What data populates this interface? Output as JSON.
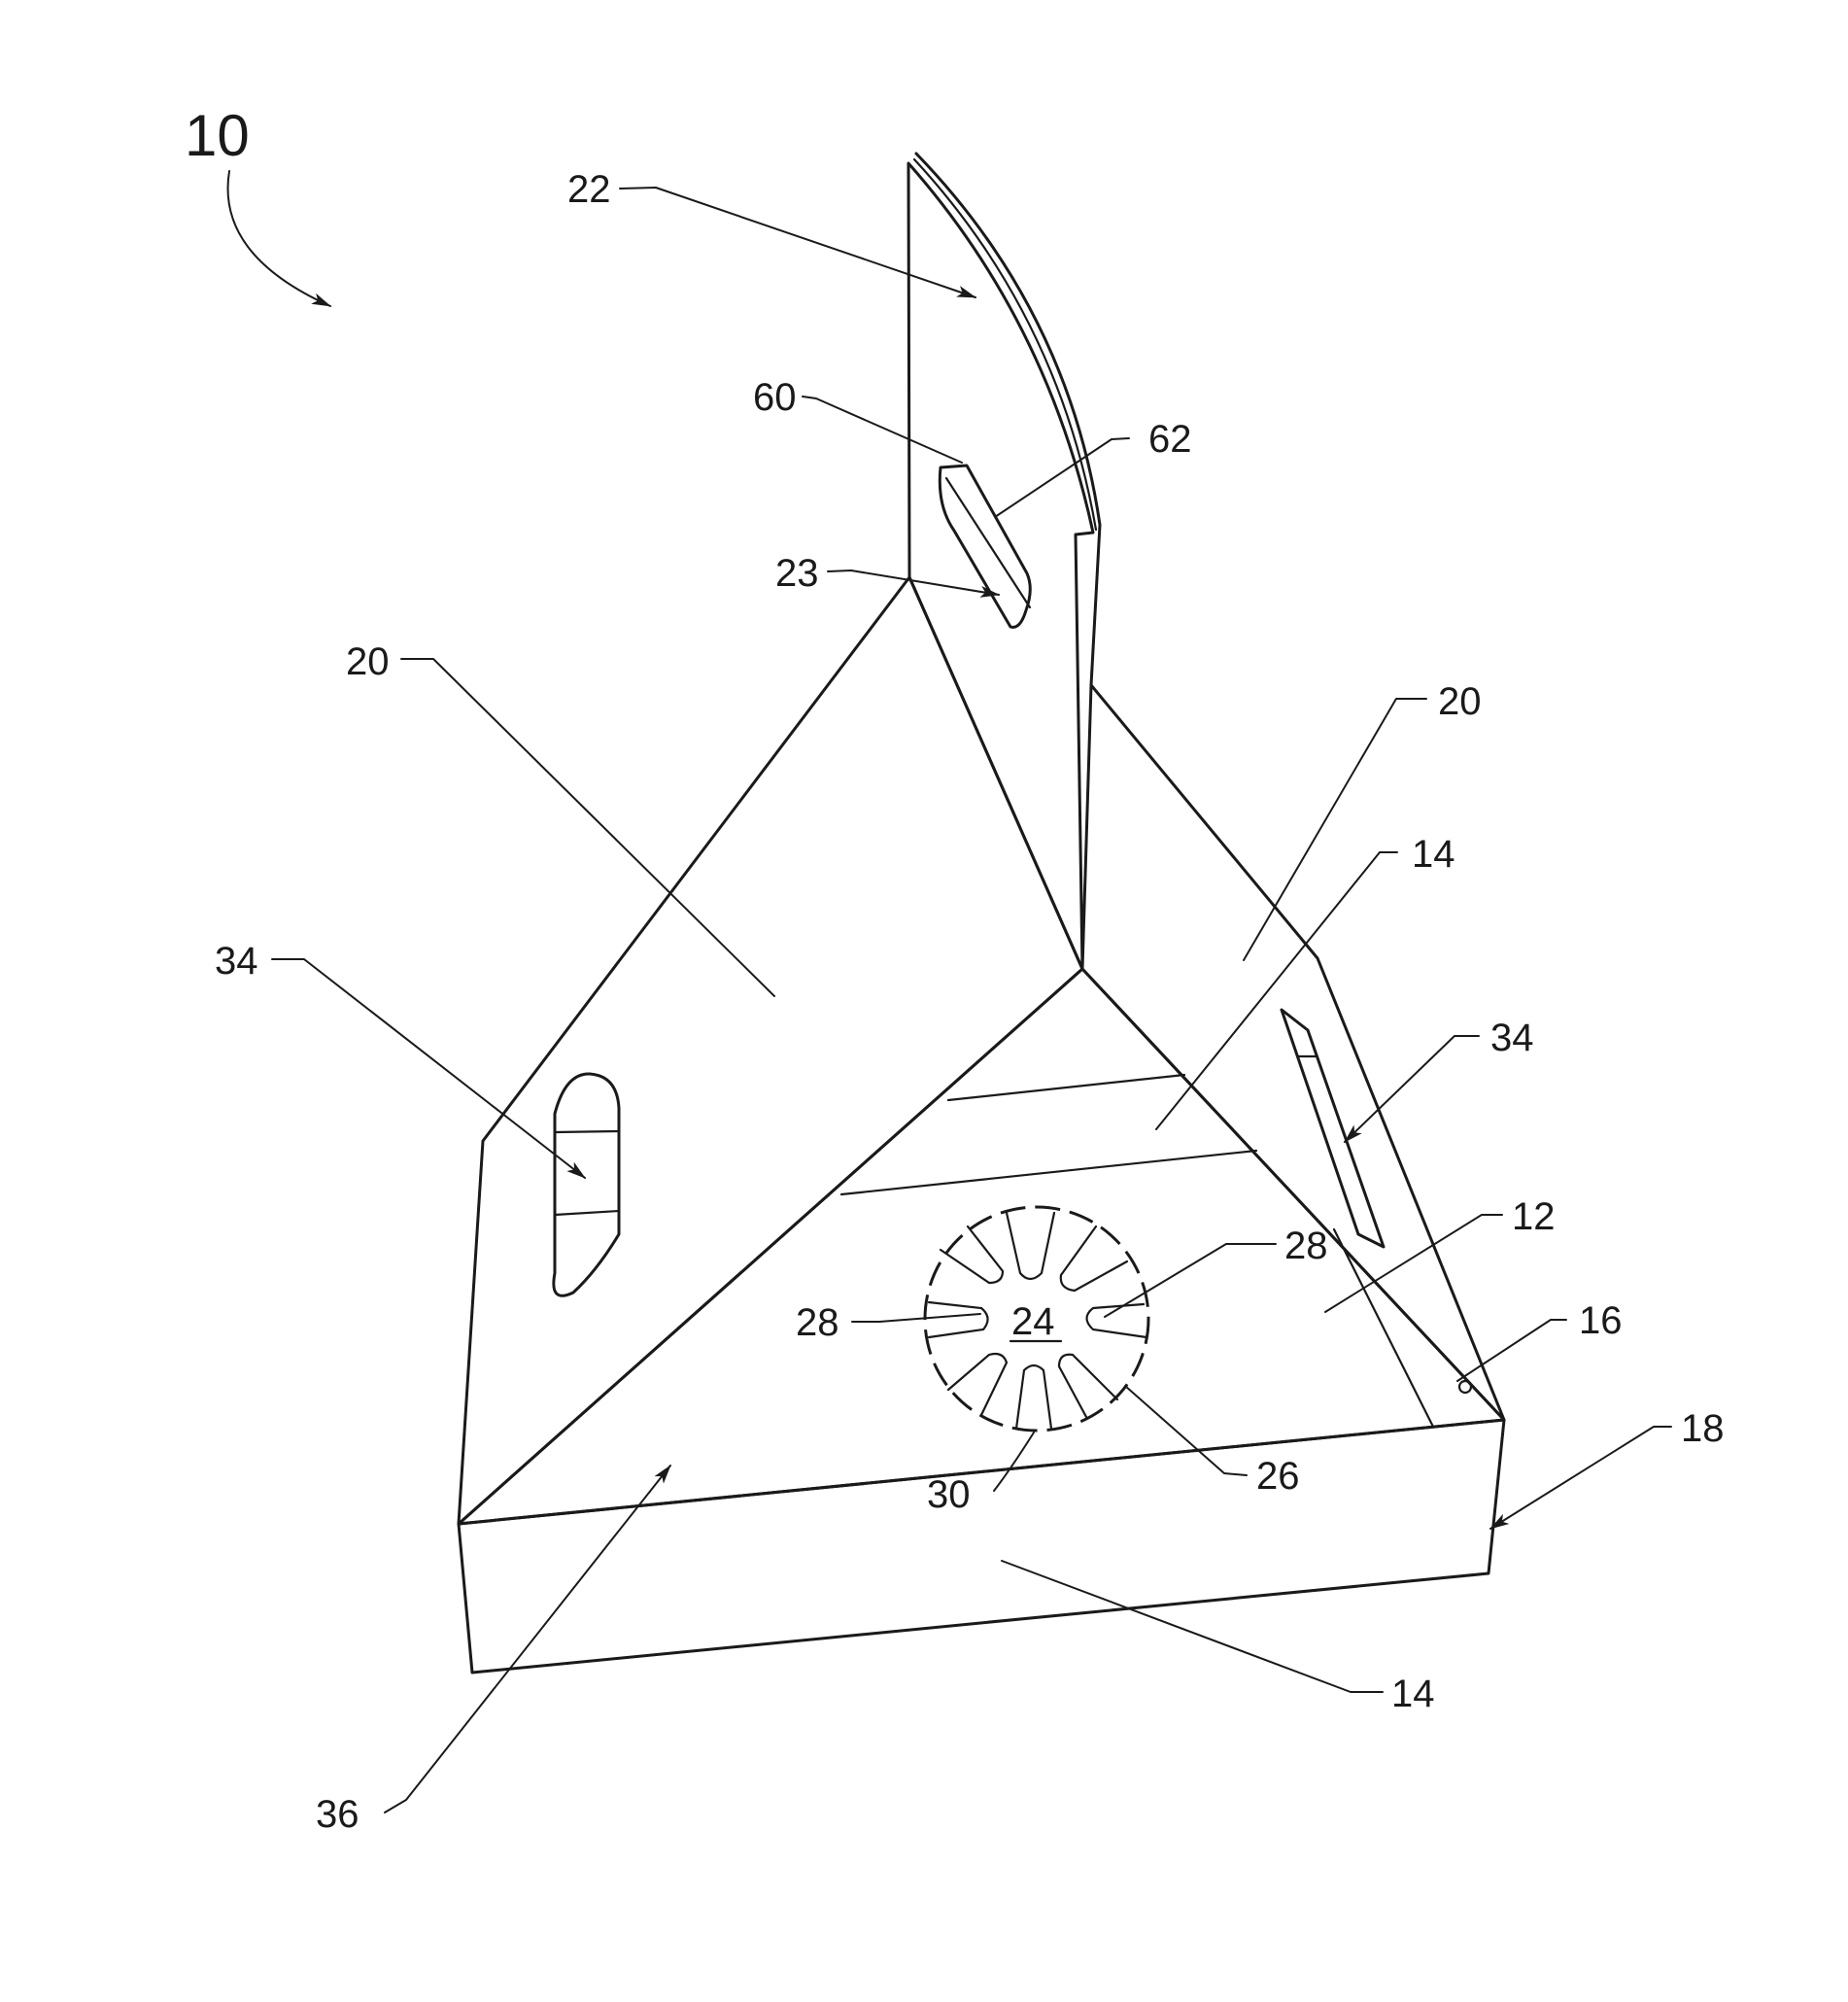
{
  "figure": {
    "ref_main": "10",
    "labels": {
      "blade": "22",
      "slot_upper": "60",
      "slot_edge": "62",
      "slot": "23",
      "side_wall_left": "20",
      "side_wall_right": "20",
      "band_top": "14",
      "band_front": "14",
      "slot_left": "34",
      "slot_right": "34",
      "base": "12",
      "corner": "16",
      "rim": "18",
      "spoke_left": "28",
      "spoke_right": "28",
      "hub": "24",
      "circle_outline": "26",
      "circle_bottom": "30",
      "face_front": "36"
    }
  }
}
